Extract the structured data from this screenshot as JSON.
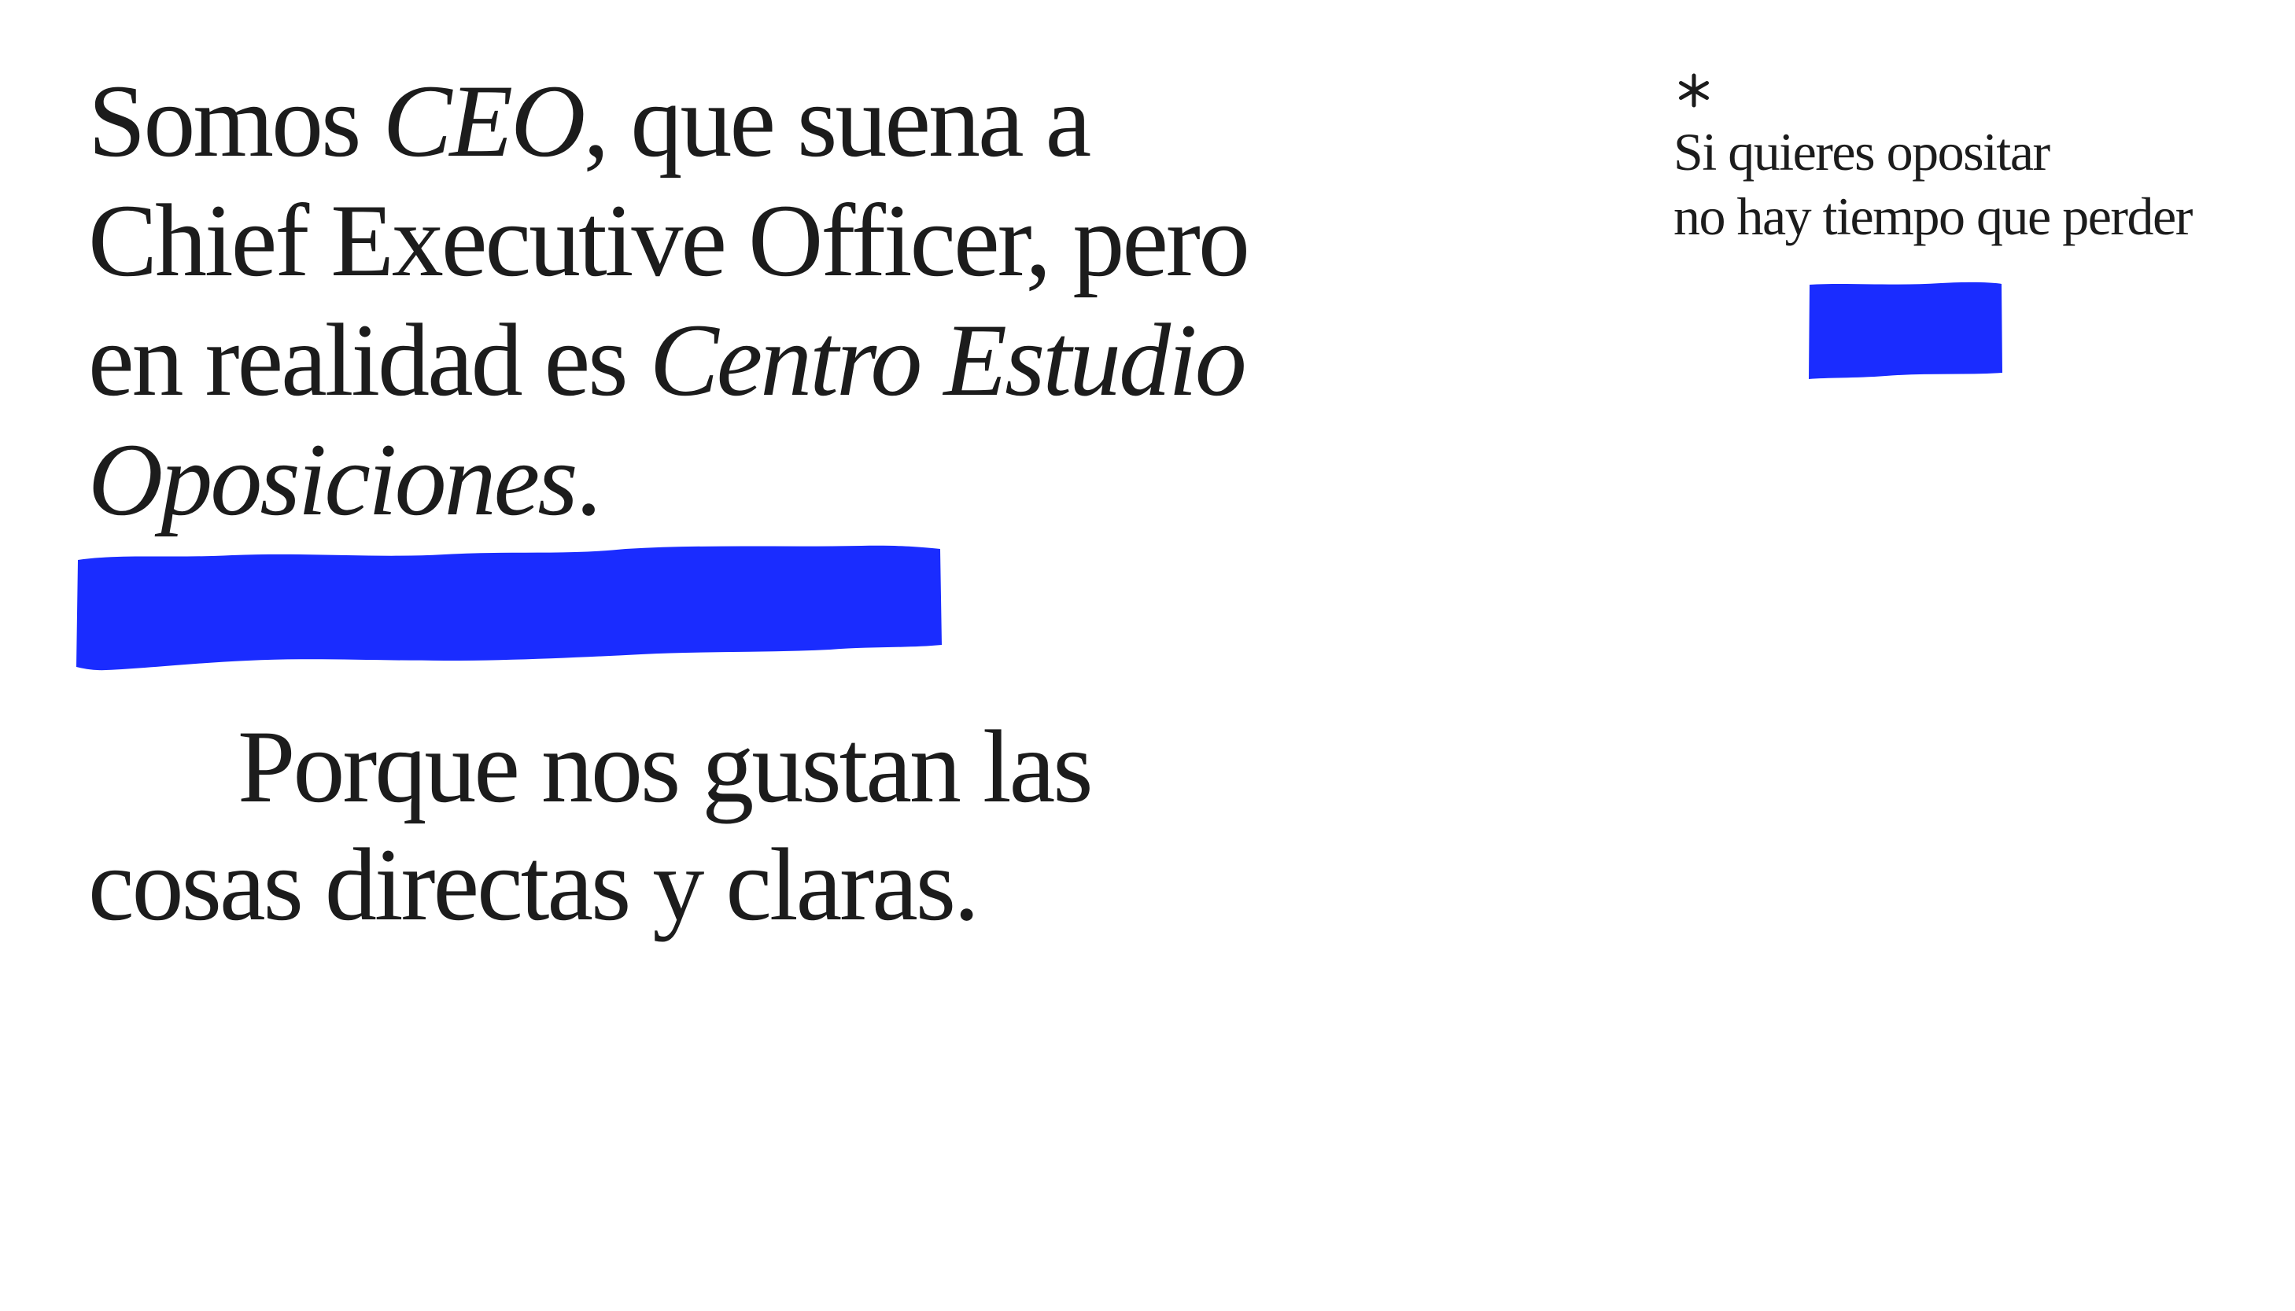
{
  "colors": {
    "text": "#1c1c1c",
    "accent": "#1a2cff",
    "background": "#ffffff"
  },
  "headline": {
    "part1": "Somos ",
    "em1": "CEO",
    "part2": ", que suena a Chief Executive Officer, pero en realidad es ",
    "em2": "Centro Estudio Oposiciones",
    "part3": "."
  },
  "statement": "Porque nos gustan las cosas directas y claras.",
  "aside": {
    "icon": "asterisk-icon",
    "line1": "Si quieres opositar",
    "line2": "no hay tiempo que perder"
  }
}
